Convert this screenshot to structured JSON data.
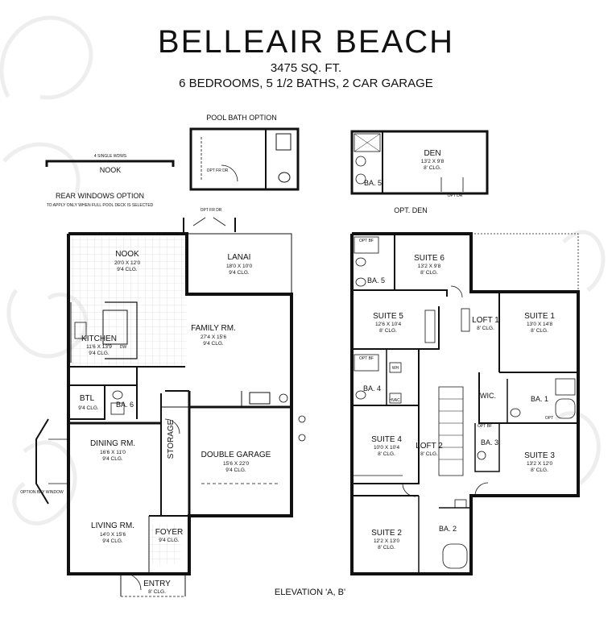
{
  "header": {
    "title": "BELLEAIR BEACH",
    "sqft": "3475 SQ. FT.",
    "rooms": "6 BEDROOMS, 5 1/2 BATHS, 2 CAR GARAGE"
  },
  "options": {
    "pool_bath": "POOL BATH OPTION",
    "rear_windows": "REAR WINDOWS OPTION",
    "rear_windows_note": "TO APPLY ONLY WHEN FULL POOL DECK IS SELECTED",
    "nook_label": "NOOK",
    "windows_count": "4 SINGLE WDWS",
    "opt_den": "OPT. DEN",
    "bay_window": "OPTION BAY WINDOW",
    "opt_fr_dr": "OPT FR DR",
    "opt_dr": "OPT DR"
  },
  "first_floor": {
    "nook": {
      "name": "NOOK",
      "size": "20'0 X 12'0",
      "clg": "9'4 CLG."
    },
    "lanai": {
      "name": "LANAI",
      "size": "18'0 X 10'0",
      "clg": "9'4 CLG."
    },
    "family": {
      "name": "FAMILY RM.",
      "size": "27'4 X 15'6",
      "clg": "9'4 CLG."
    },
    "kitchen": {
      "name": "KITCHEN",
      "size": "11'6 X 13'9",
      "clg": "9'4 CLG."
    },
    "btl": {
      "name": "BTL",
      "clg": "9'4 CLG."
    },
    "ba6": {
      "name": "BA. 6"
    },
    "dining": {
      "name": "DINING RM.",
      "size": "16'6 X 11'0",
      "clg": "9'4 CLG."
    },
    "storage": {
      "name": "STORAGE"
    },
    "garage": {
      "name": "DOUBLE GARAGE",
      "size": "15'6 X 22'0",
      "clg": "9'4 CLG."
    },
    "living": {
      "name": "LIVING RM.",
      "size": "14'0 X 15'6",
      "clg": "9'4 CLG."
    },
    "foyer": {
      "name": "FOYER",
      "clg": "9'4 CLG."
    },
    "entry": {
      "name": "ENTRY",
      "clg": "8' CLG."
    },
    "elevation": "ELEVATION 'A, B'"
  },
  "den_option": {
    "den": {
      "name": "DEN",
      "size": "13'2 X 9'8",
      "clg": "8' CLG."
    },
    "ba5": "BA. 5"
  },
  "second_floor": {
    "suite6": {
      "name": "SUITE 6",
      "size": "13'2 X 9'8",
      "clg": "8' CLG."
    },
    "ba5": "BA. 5",
    "suite5": {
      "name": "SUITE 5",
      "size": "12'6 X 10'4",
      "clg": "8' CLG."
    },
    "loft1": {
      "name": "LOFT 1",
      "clg": "8' CLG."
    },
    "suite1": {
      "name": "SUITE 1",
      "size": "13'0 X 14'8",
      "clg": "8' CLG."
    },
    "ba4": "BA. 4",
    "wic": "WIC.",
    "ba1": "BA. 1",
    "suite4": {
      "name": "SUITE 4",
      "size": "10'0 X 10'4",
      "clg": "8' CLG."
    },
    "loft2": {
      "name": "LOFT 2",
      "clg": "8' CLG."
    },
    "ba3": "BA. 3",
    "suite3": {
      "name": "SUITE 3",
      "size": "13'2 X 12'0",
      "clg": "8' CLG."
    },
    "suite2": {
      "name": "SUITE 2",
      "size": "12'2 X 13'0",
      "clg": "8' CLG."
    },
    "ba2": "BA. 2"
  },
  "fixture_labels": {
    "hvac": "HVAC",
    "dw": "DW",
    "opt_bf": "OPT BF",
    "opt": "OPT",
    "wh": "WH"
  },
  "colors": {
    "wall": "#111111",
    "decor": "#ececec",
    "grid": "#d8d8d8"
  }
}
